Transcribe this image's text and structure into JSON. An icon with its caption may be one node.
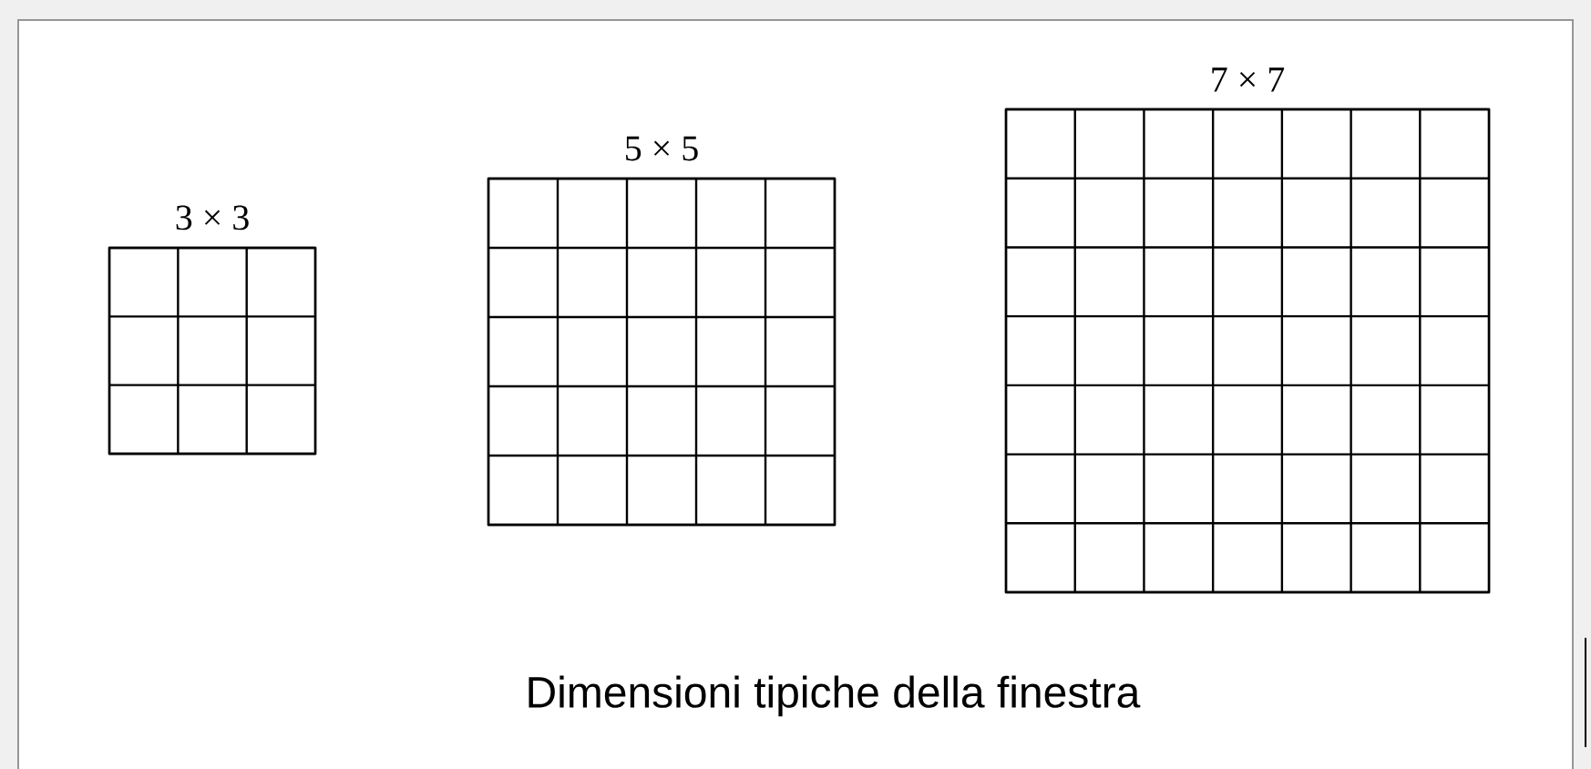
{
  "diagram": {
    "caption": "Dimensioni tipiche della finestra",
    "nodes": [
      {
        "text": [
          "3 × 3"
        ]
      },
      {
        "text": [
          "5 × 5"
        ]
      },
      {
        "text": [
          "7 × 7"
        ]
      }
    ]
  }
}
